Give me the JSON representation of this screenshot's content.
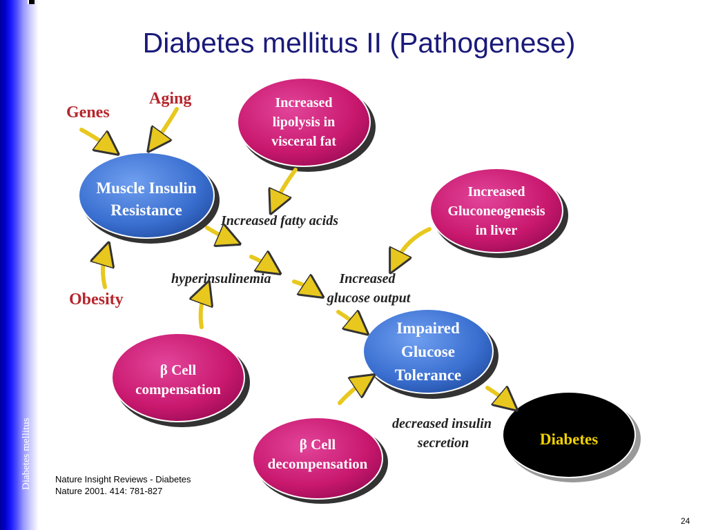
{
  "sidebar": {
    "vertical_text": "Diabetes mellitus"
  },
  "slide": {
    "title": "Diabetes mellitus II (Pathogenese)",
    "page_number": "24"
  },
  "diagram": {
    "factors": {
      "genes": "Genes",
      "aging": "Aging",
      "obesity": "Obesity"
    },
    "nodes": {
      "muscle": {
        "line1": "Muscle Insulin",
        "line2": "Resistance"
      },
      "lipolysis": {
        "line1": "Increased",
        "line2": "lipolysis in",
        "line3": "visceral fat"
      },
      "gluconeo": {
        "line1": "Increased",
        "line2": "Gluconeogenesis",
        "line3": "in liver"
      },
      "beta_comp": {
        "line1": "β Cell",
        "line2": "compensation"
      },
      "beta_decomp": {
        "line1": "β Cell",
        "line2": "decompensation"
      },
      "igt": {
        "line1": "Impaired",
        "line2": "Glucose",
        "line3": "Tolerance"
      },
      "diabetes": {
        "line1": "Diabetes"
      }
    },
    "labels": {
      "fatty_acids": "Increased fatty acids",
      "hyperinsulinemia": "hyperinsulinemia",
      "glucose_output_1": "Increased",
      "glucose_output_2": "glucose output",
      "decreased_secretion_1": "decreased insulin",
      "decreased_secretion_2": "secretion"
    },
    "colors": {
      "blue": "#3a6fd0",
      "magenta": "#c8186e",
      "black": "#000000",
      "arrow": "#e8c81e",
      "factor_text": "#b5262c",
      "diabetes_text": "#f2d200"
    }
  },
  "reference": {
    "line1": "Nature Insight Reviews - Diabetes",
    "line2": "Nature 2001. 414: 781-827"
  }
}
